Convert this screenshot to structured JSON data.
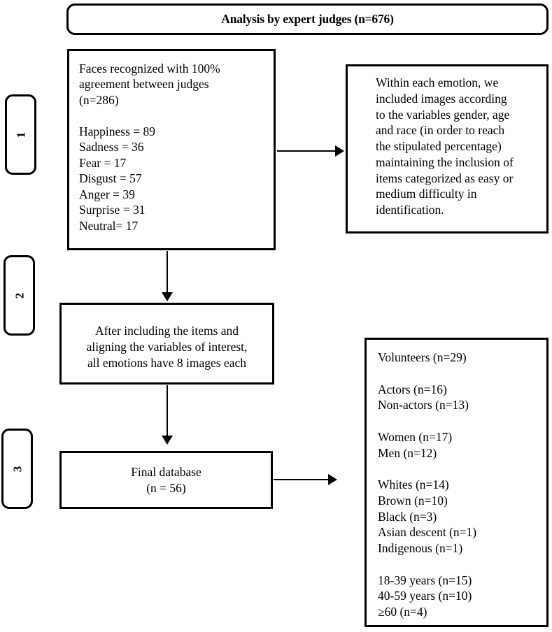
{
  "header": {
    "title": "Analysis by expert judges (n=676)"
  },
  "steps": [
    {
      "number": "1"
    },
    {
      "number": "2"
    },
    {
      "number": "3"
    }
  ],
  "boxes": {
    "faces": {
      "text": "Faces recognized with 100%\nagreement between judges\n(n=286)\n\nHappiness = 89\nSadness = 36\nFear = 17\nDisgust = 57\nAnger = 39\nSurprise = 31\nNeutral= 17"
    },
    "within": {
      "text": "Within each emotion, we\nincluded images according\nto the variables gender, age\nand race (in order to reach\nthe stipulated percentage)\nmaintaining the inclusion of\nitems categorized as easy or\nmedium difficulty in\nidentification."
    },
    "after": {
      "text": "After including the items and\naligning the variables of interest,\nall emotions have 8 images each"
    },
    "final": {
      "text": "Final database\n(n = 56)"
    },
    "demographics": {
      "text": "Volunteers (n=29)\n\nActors (n=16)\nNon-actors (n=13)\n\nWomen (n=17)\nMen (n=12)\n\nWhites (n=14)\nBrown (n=10)\nBlack (n=3)\nAsian descent (n=1)\nIndigenous (n=1)\n\n18-39 years (n=15)\n40-59 years (n=10)\n≥60 (n=4)"
    }
  },
  "chart_data": {
    "type": "table",
    "title": "Analysis by expert judges (n=676)",
    "emotion_counts": {
      "categories": [
        "Happiness",
        "Sadness",
        "Fear",
        "Disgust",
        "Anger",
        "Surprise",
        "Neutral"
      ],
      "values": [
        89,
        36,
        17,
        57,
        39,
        31,
        17
      ],
      "total_recognized_100pct": 286,
      "total_analyzed": 676
    },
    "final_database": {
      "images_per_emotion": 8,
      "total_images": 56,
      "volunteers": 29,
      "groups": [
        {
          "label": "Actors",
          "value": 16
        },
        {
          "label": "Non-actors",
          "value": 13
        },
        {
          "label": "Women",
          "value": 17
        },
        {
          "label": "Men",
          "value": 12
        },
        {
          "label": "Whites",
          "value": 14
        },
        {
          "label": "Brown",
          "value": 10
        },
        {
          "label": "Black",
          "value": 3
        },
        {
          "label": "Asian descent",
          "value": 1
        },
        {
          "label": "Indigenous",
          "value": 1
        },
        {
          "label": "18-39 years",
          "value": 15
        },
        {
          "label": "40-59 years",
          "value": 10
        },
        {
          "label": "≥60",
          "value": 4
        }
      ]
    }
  }
}
